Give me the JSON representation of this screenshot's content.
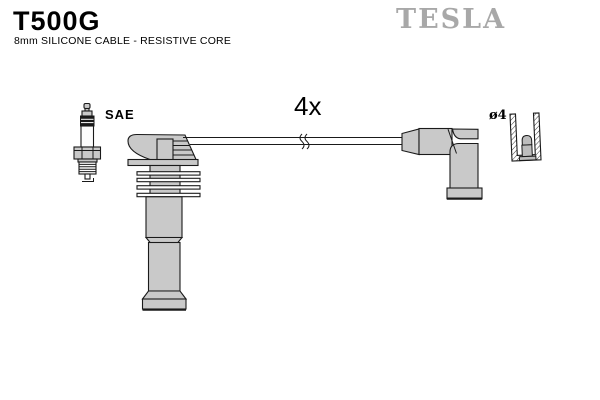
{
  "header": {
    "part_number": "T500G",
    "subtitle": "8mm SILICONE CABLE - RESISTIVE CORE"
  },
  "brand": {
    "name": "TESLA"
  },
  "labels": {
    "spark_plug_standard": "SAE",
    "quantity": "4x",
    "terminal_diameter": "ø4"
  },
  "drawings": [
    "spark-plug",
    "coil-boot",
    "ignition-cable-with-break-symbol",
    "elbow-boot",
    "terminal-cross-section"
  ],
  "colors": {
    "part_fill": "#c9c9c9",
    "outline": "#1a1a1a",
    "brand_gray": "#a8a8a8",
    "background": "#ffffff"
  }
}
